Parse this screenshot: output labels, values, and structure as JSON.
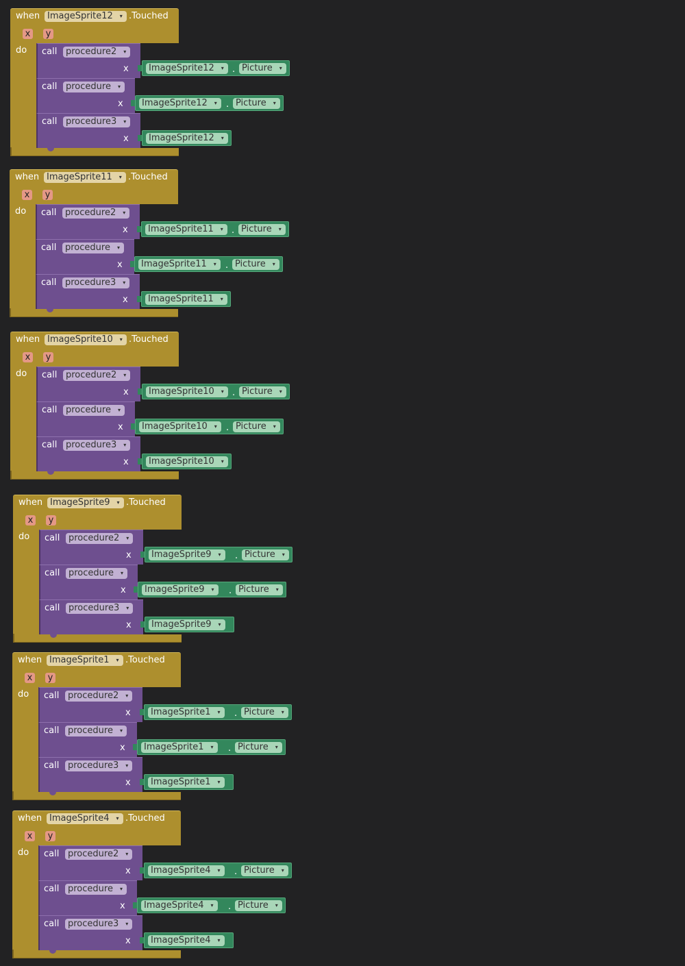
{
  "labels": {
    "when": "when",
    "touched": ".Touched",
    "do": "do",
    "call": "call",
    "x": "x",
    "y": "y",
    "param_x": "x",
    "dot": ".",
    "picture": "Picture",
    "arrow": "▾"
  },
  "procedures": {
    "p2": "procedure2",
    "p": "procedure",
    "p3": "procedure3"
  },
  "events": [
    {
      "component": "ImageSprite12"
    },
    {
      "component": "ImageSprite11"
    },
    {
      "component": "ImageSprite10"
    },
    {
      "component": "ImageSprite9"
    },
    {
      "component": "ImageSprite1"
    },
    {
      "component": "ImageSprite4"
    }
  ],
  "colors": {
    "event_block": "#ad8f2e",
    "procedure_block": "#6e4f8f",
    "component_block": "#33875c",
    "param": "#e49886",
    "workspace": "#222223"
  }
}
